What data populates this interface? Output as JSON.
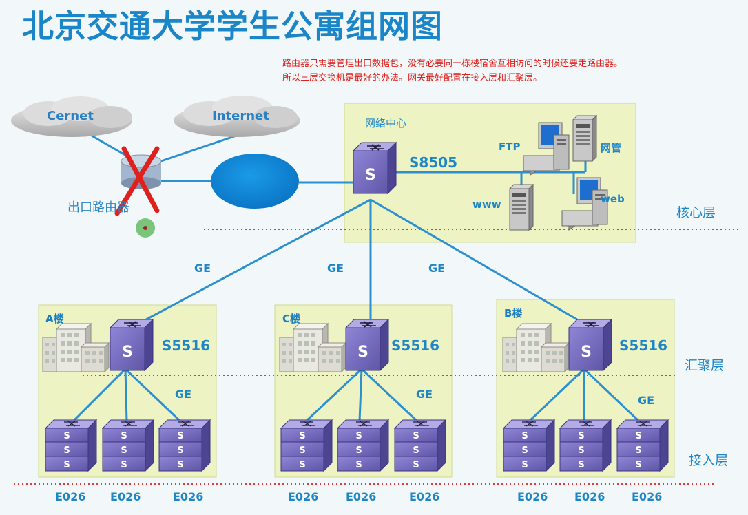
{
  "title": "北京交通大学学生公寓组网图",
  "note": {
    "line1": "路由器只需要管理出口数据包，没有必要同一栋楼宿舍互相访问的时候还要走路由器。",
    "line2": "所以三层交换机是最好的办法。网关最好配置在接入层和汇聚层。"
  },
  "clouds": {
    "cernet": "Cernet",
    "internet": "Internet"
  },
  "router": {
    "label": "出口路由器"
  },
  "center": {
    "label": "网络中心",
    "core_switch": "S8505",
    "servers": {
      "ftp": "FTP",
      "mgmt": "网管",
      "www": "www",
      "web": "web"
    }
  },
  "layers": {
    "core": "核心层",
    "aggregation": "汇聚层",
    "access": "接入层"
  },
  "uplinks": {
    "a": "GE",
    "c": "GE",
    "b": "GE"
  },
  "switch_letter": "S",
  "buildings": [
    {
      "name": "A楼",
      "switch": "S5516",
      "ge": "GE",
      "access": [
        "E026",
        "E026",
        "E026"
      ]
    },
    {
      "name": "C楼",
      "switch": "S5516",
      "ge": "GE",
      "access": [
        "E026",
        "E026",
        "E026"
      ]
    },
    {
      "name": "B楼",
      "switch": "S5516",
      "ge": "GE",
      "access": [
        "E026",
        "E026",
        "E026"
      ]
    }
  ],
  "colors": {
    "link": "#2b8fd0",
    "panel": "#eaf2c0",
    "switch": "#7a6fc2",
    "switch_dark": "#4d4592",
    "layer_line": "#e03a3a",
    "cross": "#e0201c"
  }
}
